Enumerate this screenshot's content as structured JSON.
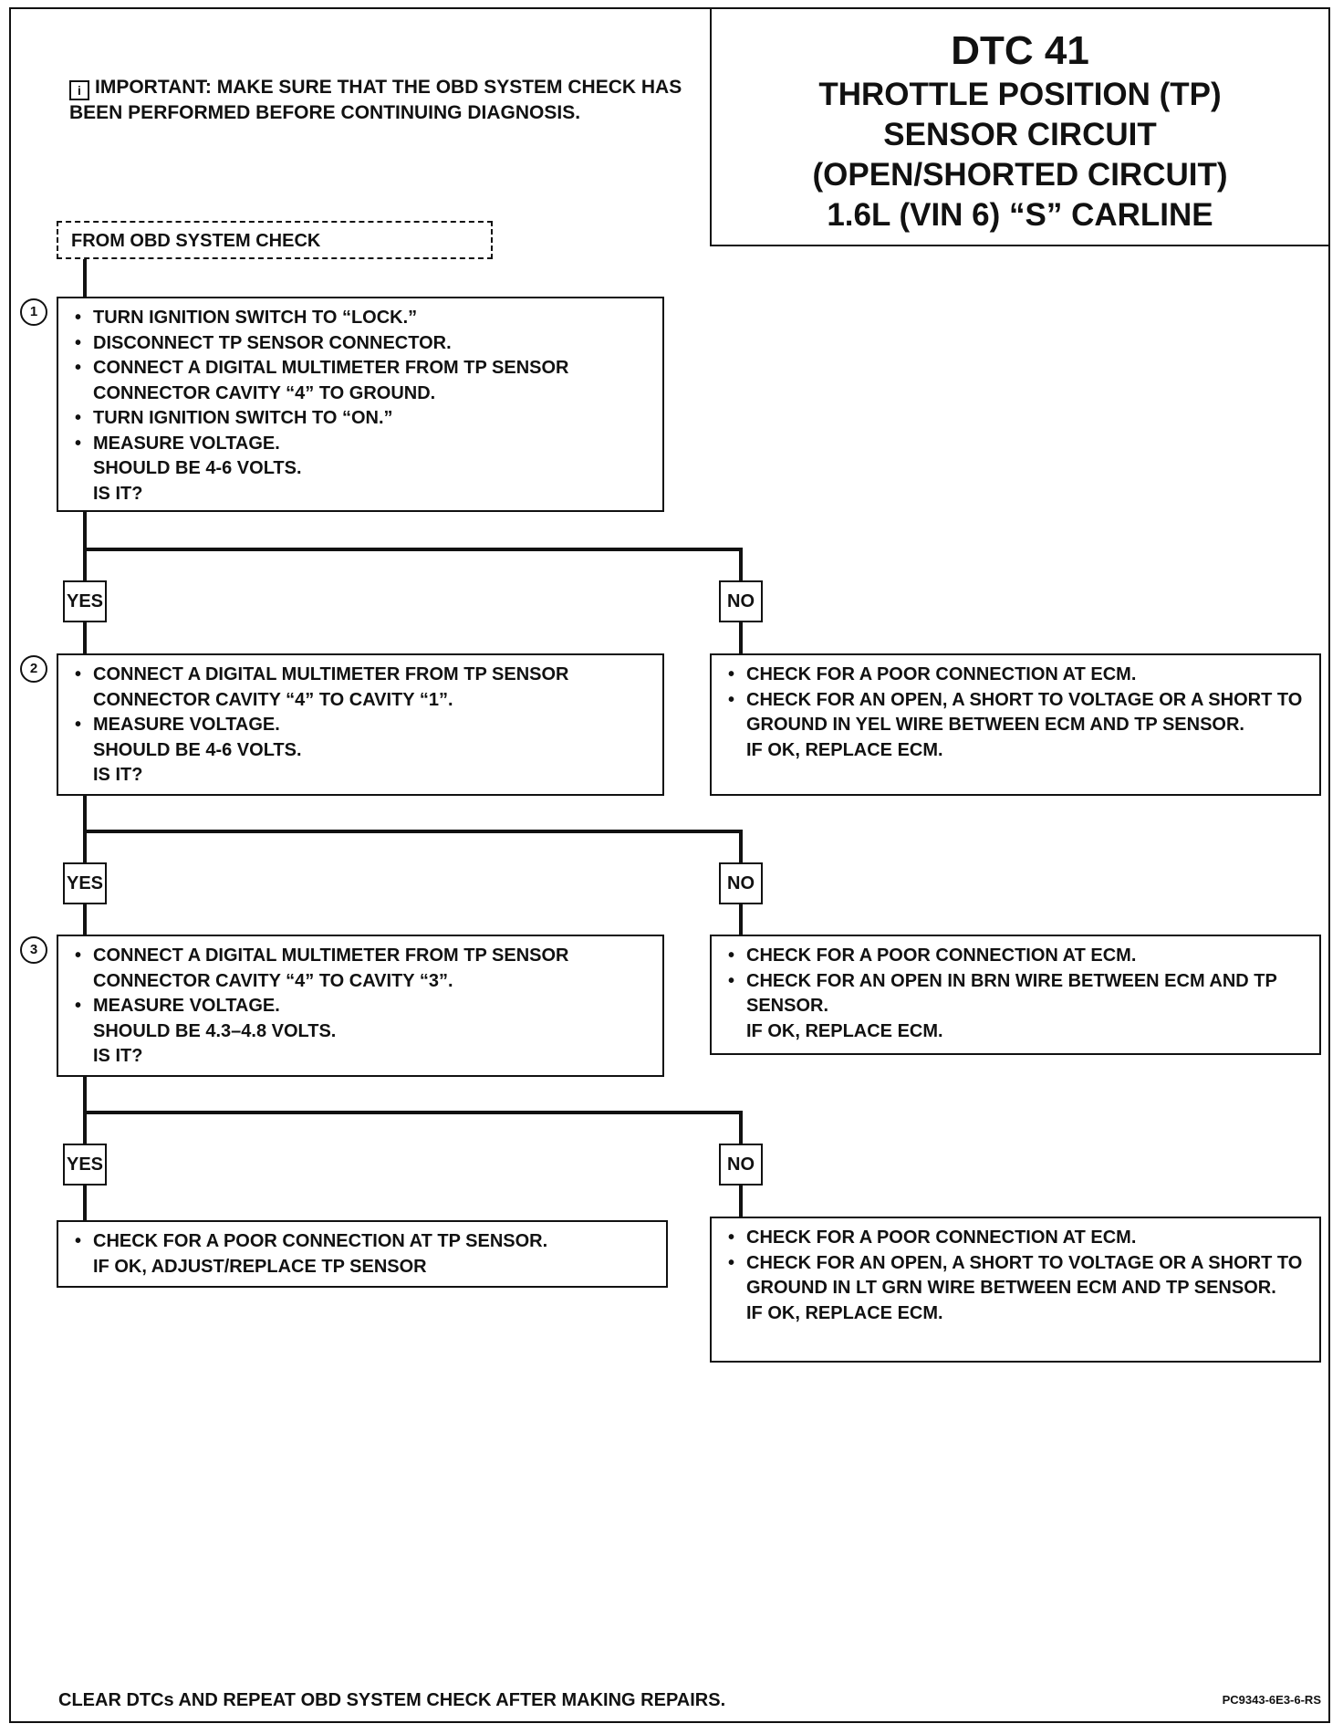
{
  "title": {
    "code": "DTC 41",
    "lines": [
      "THROTTLE POSITION (TP)",
      "SENSOR CIRCUIT",
      "(OPEN/SHORTED CIRCUIT)",
      "1.6L (VIN 6) “S” CARLINE"
    ]
  },
  "important": {
    "icon": "info-icon",
    "text": "IMPORTANT:  MAKE SURE THAT THE OBD SYSTEM CHECK HAS BEEN PERFORMED BEFORE CONTINUING DIAGNOSIS."
  },
  "start": "FROM OBD SYSTEM CHECK",
  "steps": [
    {
      "number": "1",
      "bullets": [
        "TURN IGNITION SWITCH TO “LOCK.”",
        "DISCONNECT TP SENSOR CONNECTOR.",
        "CONNECT A DIGITAL MULTIMETER FROM TP SENSOR CONNECTOR CAVITY “4” TO GROUND.",
        "TURN IGNITION SWITCH TO “ON.”",
        "MEASURE VOLTAGE."
      ],
      "tail": [
        "SHOULD BE 4-6 VOLTS.",
        "IS IT?"
      ]
    },
    {
      "number": "2",
      "bullets": [
        "CONNECT A DIGITAL MULTIMETER FROM TP SENSOR CONNECTOR CAVITY “4” TO CAVITY “1”.",
        "MEASURE VOLTAGE."
      ],
      "tail": [
        "SHOULD BE 4-6 VOLTS.",
        "IS IT?"
      ]
    },
    {
      "number": "3",
      "bullets": [
        "CONNECT A DIGITAL MULTIMETER FROM TP SENSOR CONNECTOR CAVITY “4” TO CAVITY “3”.",
        "MEASURE VOLTAGE."
      ],
      "tail": [
        "SHOULD BE 4.3–4.8 VOLTS.",
        "IS IT?"
      ]
    }
  ],
  "yes_label": "YES",
  "no_label": "NO",
  "outcomes": {
    "no1": {
      "bullets": [
        "CHECK FOR A POOR CONNECTION AT ECM.",
        "CHECK FOR AN OPEN, A SHORT TO VOLTAGE OR A SHORT TO GROUND IN YEL WIRE BETWEEN ECM AND TP SENSOR."
      ],
      "tail": [
        "IF OK, REPLACE ECM."
      ]
    },
    "no2": {
      "bullets": [
        "CHECK FOR A POOR CONNECTION AT ECM.",
        "CHECK FOR AN OPEN IN BRN WIRE BETWEEN ECM AND TP SENSOR."
      ],
      "tail": [
        "IF OK, REPLACE ECM."
      ]
    },
    "yes3": {
      "bullets": [
        "CHECK FOR A POOR CONNECTION AT TP SENSOR."
      ],
      "tail": [
        "IF OK, ADJUST/REPLACE TP SENSOR"
      ]
    },
    "no3": {
      "bullets": [
        "CHECK FOR A POOR CONNECTION AT ECM.",
        "CHECK FOR AN OPEN, A SHORT TO VOLTAGE OR A SHORT TO GROUND IN LT GRN WIRE BETWEEN ECM AND TP SENSOR."
      ],
      "tail": [
        "IF OK, REPLACE ECM."
      ]
    }
  },
  "footer": "CLEAR DTCs AND REPEAT OBD SYSTEM CHECK AFTER MAKING REPAIRS.",
  "figure_ref": "PC9343-6E3-6-RS"
}
